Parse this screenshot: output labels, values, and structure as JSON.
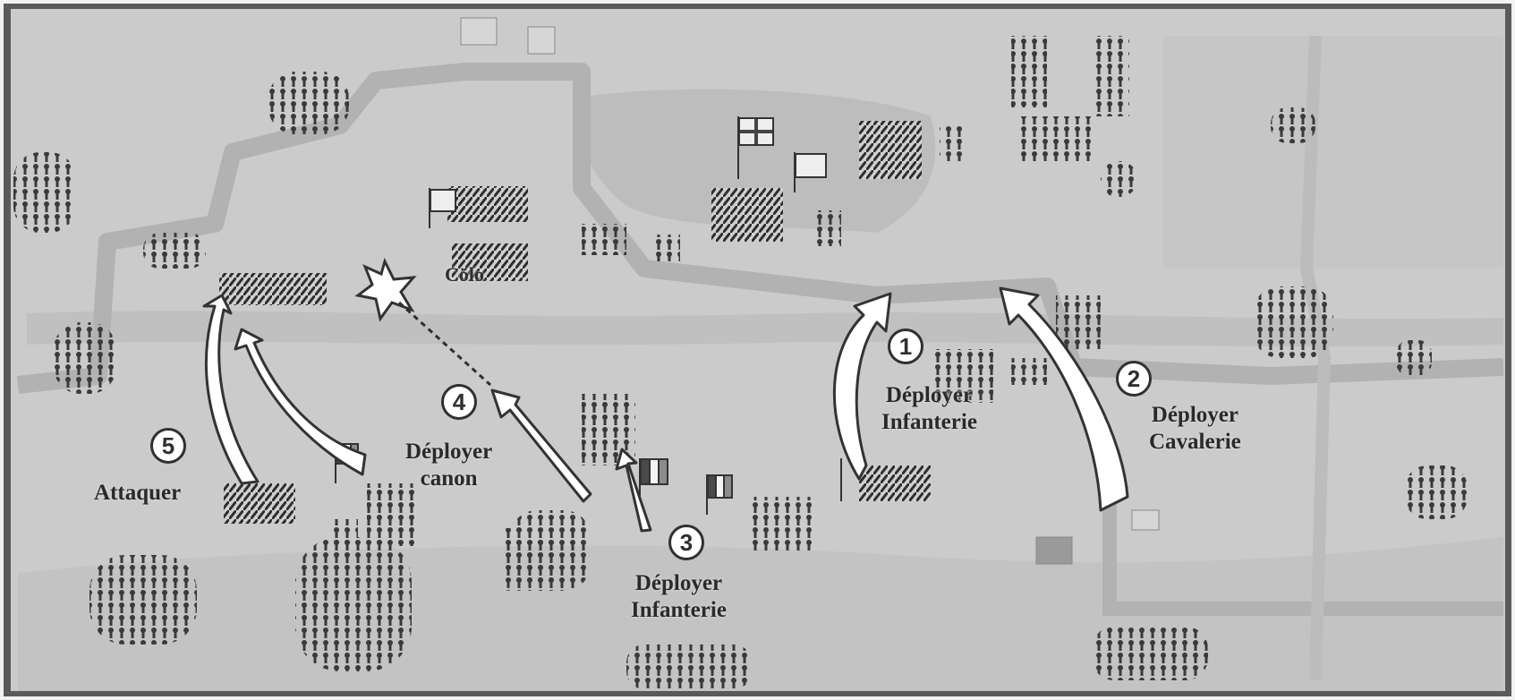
{
  "map": {
    "town_label": "Cölo",
    "colors": {
      "frame": "#5a5a5a",
      "ground": "#cbcbcb",
      "road": "#b6b6b6",
      "ridge": "#bdbdbd",
      "troops": "#2e2e2e",
      "trees": "#3a3a3a",
      "arrow_fill": "#ffffff",
      "arrow_stroke": "#333333"
    }
  },
  "steps": [
    {
      "number": "1",
      "line1": "Déployer",
      "line2": "Infanterie"
    },
    {
      "number": "2",
      "line1": "Déployer",
      "line2": "Cavalerie"
    },
    {
      "number": "3",
      "line1": "Déployer",
      "line2": "Infanterie"
    },
    {
      "number": "4",
      "line1": "Déployer",
      "line2": "canon"
    },
    {
      "number": "5",
      "line1": "Attaquer",
      "line2": ""
    }
  ]
}
